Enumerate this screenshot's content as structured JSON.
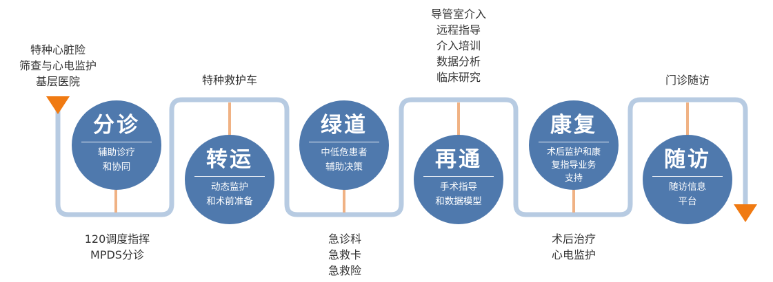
{
  "colors": {
    "track": "#b7cbe2",
    "circle": "#4f79ad",
    "connector": "#f0b284",
    "arrow": "#f07a12",
    "text": "#333333"
  },
  "stages": [
    {
      "title": "分诊",
      "lines": [
        "辅助诊疗",
        "和协同"
      ]
    },
    {
      "title": "转运",
      "lines": [
        "动态监护",
        "和术前准备"
      ]
    },
    {
      "title": "绿道",
      "lines": [
        "中低危患者",
        "辅助决策"
      ]
    },
    {
      "title": "再通",
      "lines": [
        "手术指导",
        "和数据模型"
      ]
    },
    {
      "title": "康复",
      "lines": [
        "术后监护和康",
        "复指导业务",
        "支持"
      ]
    },
    {
      "title": "随访",
      "lines": [
        "随访信息",
        "平台"
      ]
    }
  ],
  "notes": {
    "start": [
      "特种心脏险",
      "筛查与心电监护",
      "基层医院"
    ],
    "stage1_below": [
      "120调度指挥",
      "MPDS分诊"
    ],
    "stage2_above": [
      "特种救护车"
    ],
    "stage3_below": [
      "急诊科",
      "急救卡",
      "急救险"
    ],
    "stage4_above": [
      "导管室介入",
      "远程指导",
      "介入培训",
      "数据分析",
      "临床研究"
    ],
    "stage5_below": [
      "术后治疗",
      "心电监护"
    ],
    "stage6_above": [
      "门诊随访"
    ]
  }
}
